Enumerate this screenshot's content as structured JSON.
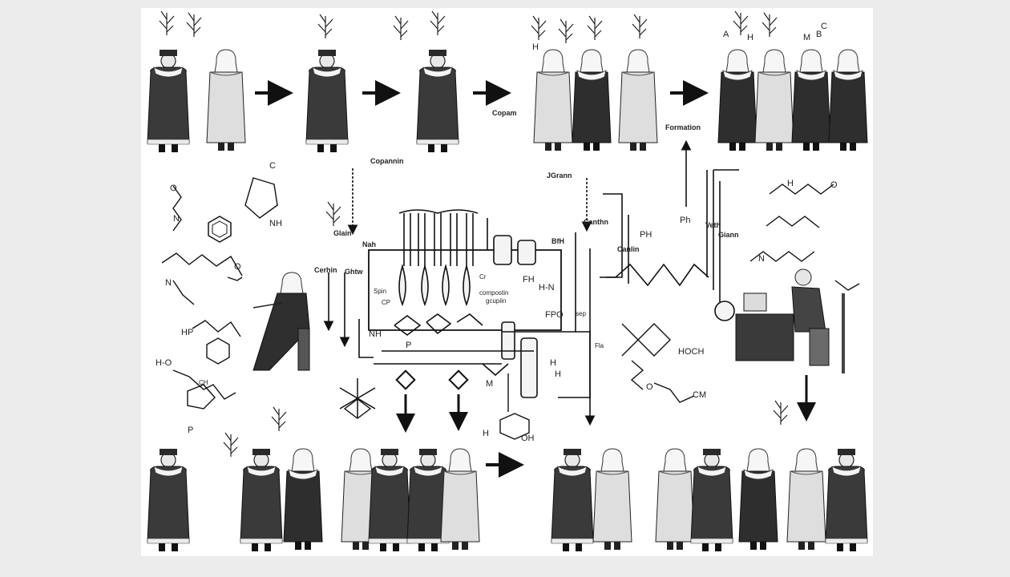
{
  "labels": {
    "top_c": "C",
    "top_h": "H",
    "top_a": "A",
    "top_h2": "H",
    "top_m": "M",
    "top_b": "B",
    "top_c2": "C",
    "copam": "Copam",
    "formation": "Formation",
    "copannin": "Copannin",
    "jgrann": "JGrann",
    "canthn": "Canthn",
    "canlin": "Canlin",
    "veth": "Veth",
    "giann": "Giann",
    "glaih": "Glain",
    "nah": "Nah",
    "ghtw": "Ghtw",
    "bfh": "BfH",
    "cerhin": "Cerhin",
    "compostin_l1": "Cr",
    "compostin_l2": "compostin",
    "compostin_l3": "gcupiin",
    "fh": "FH",
    "hn": "H-N",
    "fpo": "FPO",
    "h_mid": "H",
    "hh": "H",
    "spin_l1": "Spin",
    "spin_l2": "CP",
    "nh": "NH",
    "p_mid": "P",
    "m_mid": "M",
    "cm": "CM",
    "hoch": "HOCH",
    "h_o": "H-O",
    "hp": "HP",
    "ch_on": "CH",
    "p_low": "P",
    "h_ring": "H",
    "oh_ring": "OH",
    "sep": "sep",
    "fla": "Fla",
    "n": "N",
    "o": "O",
    "c_ring": "C",
    "ph": "PH",
    "ph2": "Ph"
  },
  "arrows": {
    "right": "→"
  }
}
